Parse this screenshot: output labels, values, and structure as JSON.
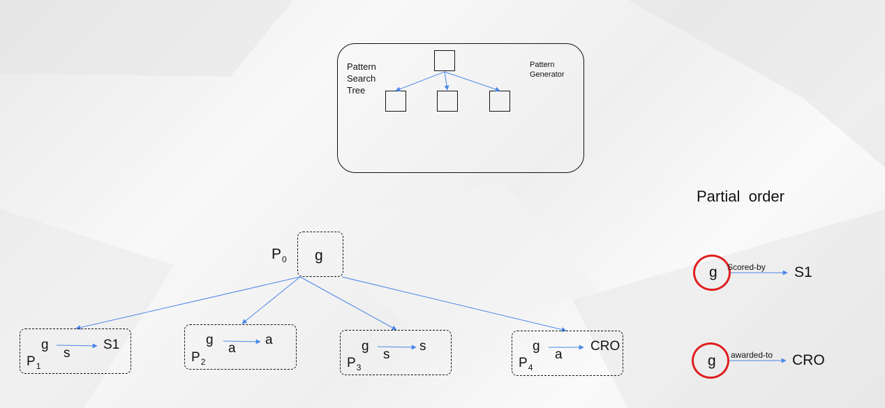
{
  "generator": {
    "left_label": [
      "Pattern",
      "Search",
      "Tree"
    ],
    "right_label": [
      "Pattern",
      "Generator"
    ]
  },
  "tree": {
    "root": {
      "name": "P",
      "sub": "0",
      "node": "g"
    },
    "children": [
      {
        "name": "P",
        "sub": "1",
        "src": "g",
        "edge": "s",
        "dst": "S1"
      },
      {
        "name": "P",
        "sub": "2",
        "src": "g",
        "edge": "a",
        "dst": "a"
      },
      {
        "name": "P",
        "sub": "3",
        "src": "g",
        "edge": "s",
        "dst": "s"
      },
      {
        "name": "P",
        "sub": "4",
        "src": "g",
        "edge": "a",
        "dst": "CRO"
      }
    ]
  },
  "partial_order": {
    "title": "Partial  order",
    "rules": [
      {
        "src": "g",
        "edge": "Scored-by",
        "dst": "S1"
      },
      {
        "src": "g",
        "edge": "awarded-to",
        "dst": "CRO"
      }
    ]
  },
  "colors": {
    "arrow": "#4a86e8",
    "ring": "#e01e1e"
  }
}
